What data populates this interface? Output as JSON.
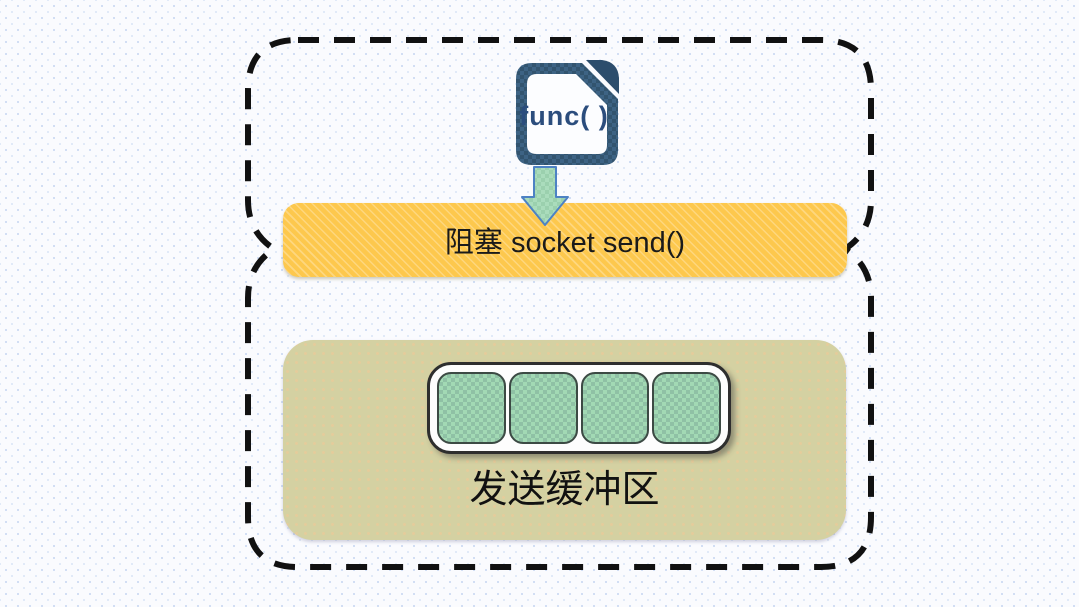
{
  "diagram": {
    "title_semantic": "blocking socket send flow",
    "outline": {
      "style": "dashed",
      "color": "#111111"
    },
    "func_icon": {
      "label": "func( )",
      "border_color": "#3d6384",
      "fold_color": "#2c4d6c",
      "text_color": "#2b4d7d"
    },
    "arrow": {
      "direction": "down",
      "fill": "#a6d9ba",
      "stroke": "#4d82c4"
    },
    "blocking_bar": {
      "label": "阻塞 socket send()",
      "bg": "#fdc84d",
      "text_color": "#1a1a1a"
    },
    "buffer_box": {
      "label": "发送缓冲区",
      "bg": "#d4d1a2",
      "text_color": "#111111",
      "container_bg": "#fdfdfd",
      "cells": 4,
      "cell_color_light": "#a2d9b4",
      "cell_color_dark": "#8fc1a5",
      "cell_border": "#3c4a44"
    }
  }
}
